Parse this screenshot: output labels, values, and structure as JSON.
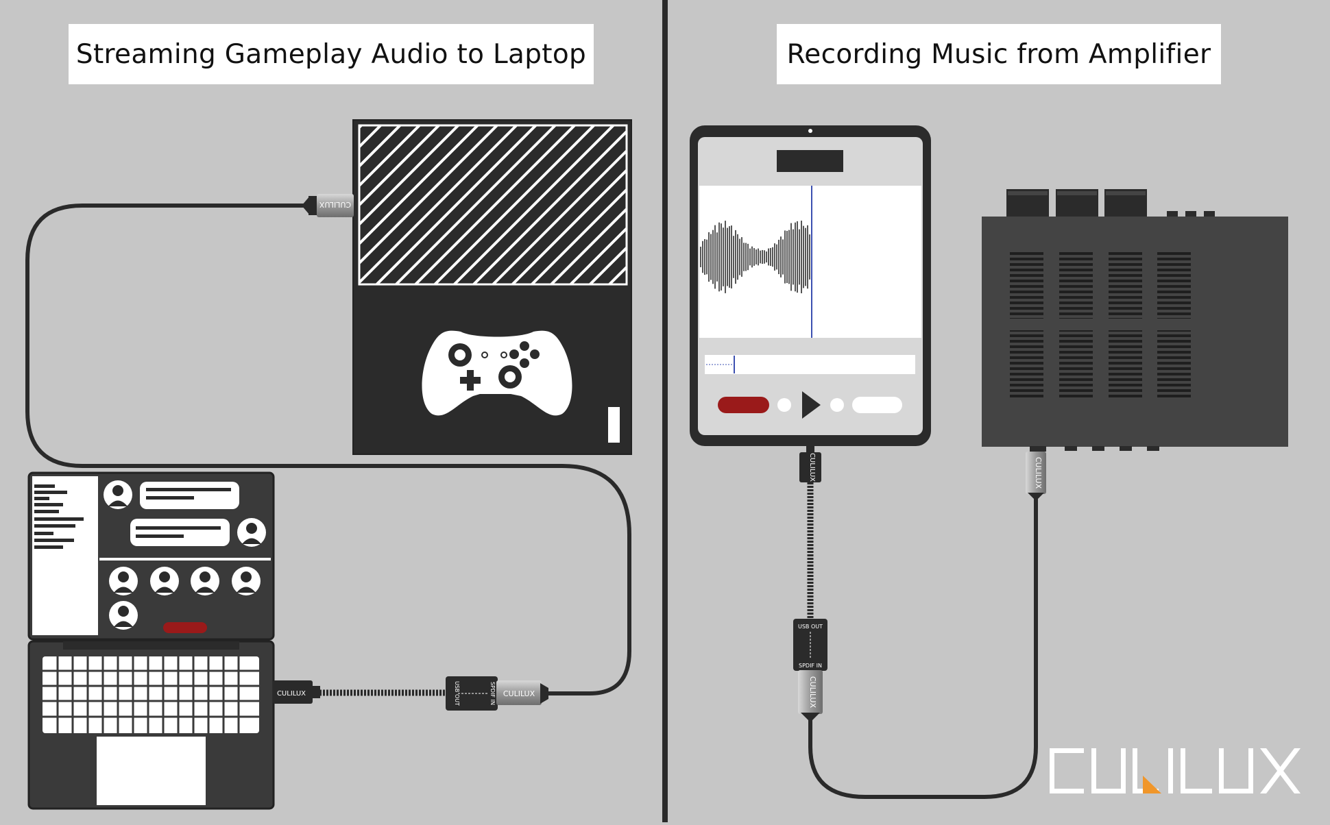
{
  "panels": {
    "left": {
      "title": "Streaming Gameplay Audio to Laptop"
    },
    "right": {
      "title": "Recording Music from Amplifier"
    }
  },
  "brand": {
    "name": "CULILUX",
    "plug_text": "CULILUX",
    "accent_color": "#f0962a",
    "logo_color": "#ffffff"
  },
  "adapter": {
    "usb_out_label": "USB OUT",
    "spdif_in_label": "SPDIF IN"
  },
  "colors": {
    "background": "#c6c6c6",
    "divider": "#2a2a2a",
    "device_dark": "#2b2b2b",
    "amp_gray": "#444444",
    "record_red": "#9a1a1a",
    "cable": "#2a2a2a",
    "waveform_blue": "#3b4fb0"
  },
  "icons": {
    "console": "game-console-icon",
    "controller": "gamepad-icon",
    "laptop": "laptop-icon",
    "tablet": "tablet-icon",
    "amplifier": "amplifier-icon",
    "play": "play-icon"
  }
}
